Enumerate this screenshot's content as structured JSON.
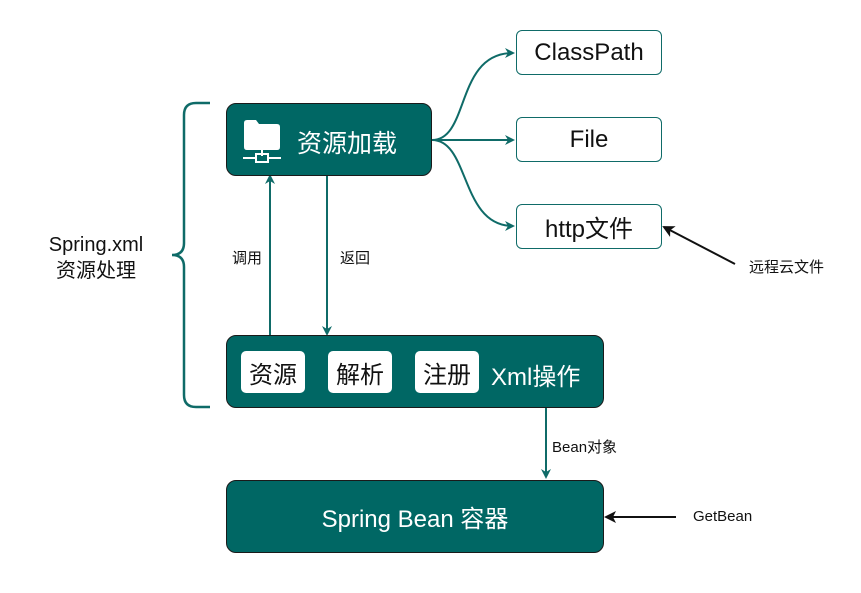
{
  "title_label": {
    "line1": "Spring.xml",
    "line2": "资源处理"
  },
  "resource_loading": {
    "label": "资源加载",
    "icon": "network-folder-icon"
  },
  "sources": [
    {
      "label": "ClassPath"
    },
    {
      "label": "File"
    },
    {
      "label": "http文件"
    }
  ],
  "remote_label": "远程云文件",
  "call_label": "调用",
  "return_label": "返回",
  "xml_box": {
    "chips": [
      "资源",
      "解析",
      "注册"
    ],
    "label": "Xml操作"
  },
  "bean_object_label": "Bean对象",
  "container": {
    "label": "Spring Bean 容器"
  },
  "getbean_label": "GetBean",
  "colors": {
    "primary": "#006764",
    "connector": "#0f6b68",
    "border": "#1a1a1a"
  }
}
